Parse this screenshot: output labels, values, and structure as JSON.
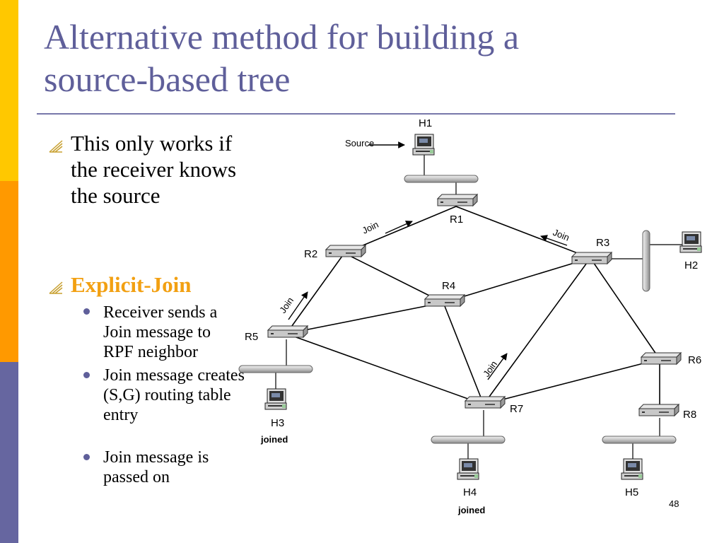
{
  "slide": {
    "title_line1": "Alternative method for building a",
    "title_line2": "source-based tree",
    "page_number": "48"
  },
  "colors": {
    "title": "#5F5F9A",
    "accent": "#F2A012",
    "sidebar": [
      "#FFC800",
      "#FF9900",
      "#6666A0"
    ]
  },
  "bullets": {
    "b1": "This only works if the receiver knows the source",
    "b2": "Explicit-Join",
    "sub": [
      "Receiver sends a Join message to RPF neighbor",
      "Join message creates (S,G) routing table entry",
      "Join message is passed  on"
    ]
  },
  "diagram": {
    "source_label": "Source",
    "join": "Join",
    "joined": "joined",
    "hosts": {
      "h1": "H1",
      "h2": "H2",
      "h3": "H3",
      "h4": "H4",
      "h5": "H5"
    },
    "routers": {
      "r1": "R1",
      "r2": "R2",
      "r3": "R3",
      "r4": "R4",
      "r5": "R5",
      "r6": "R6",
      "r7": "R7",
      "r8": "R8"
    }
  }
}
